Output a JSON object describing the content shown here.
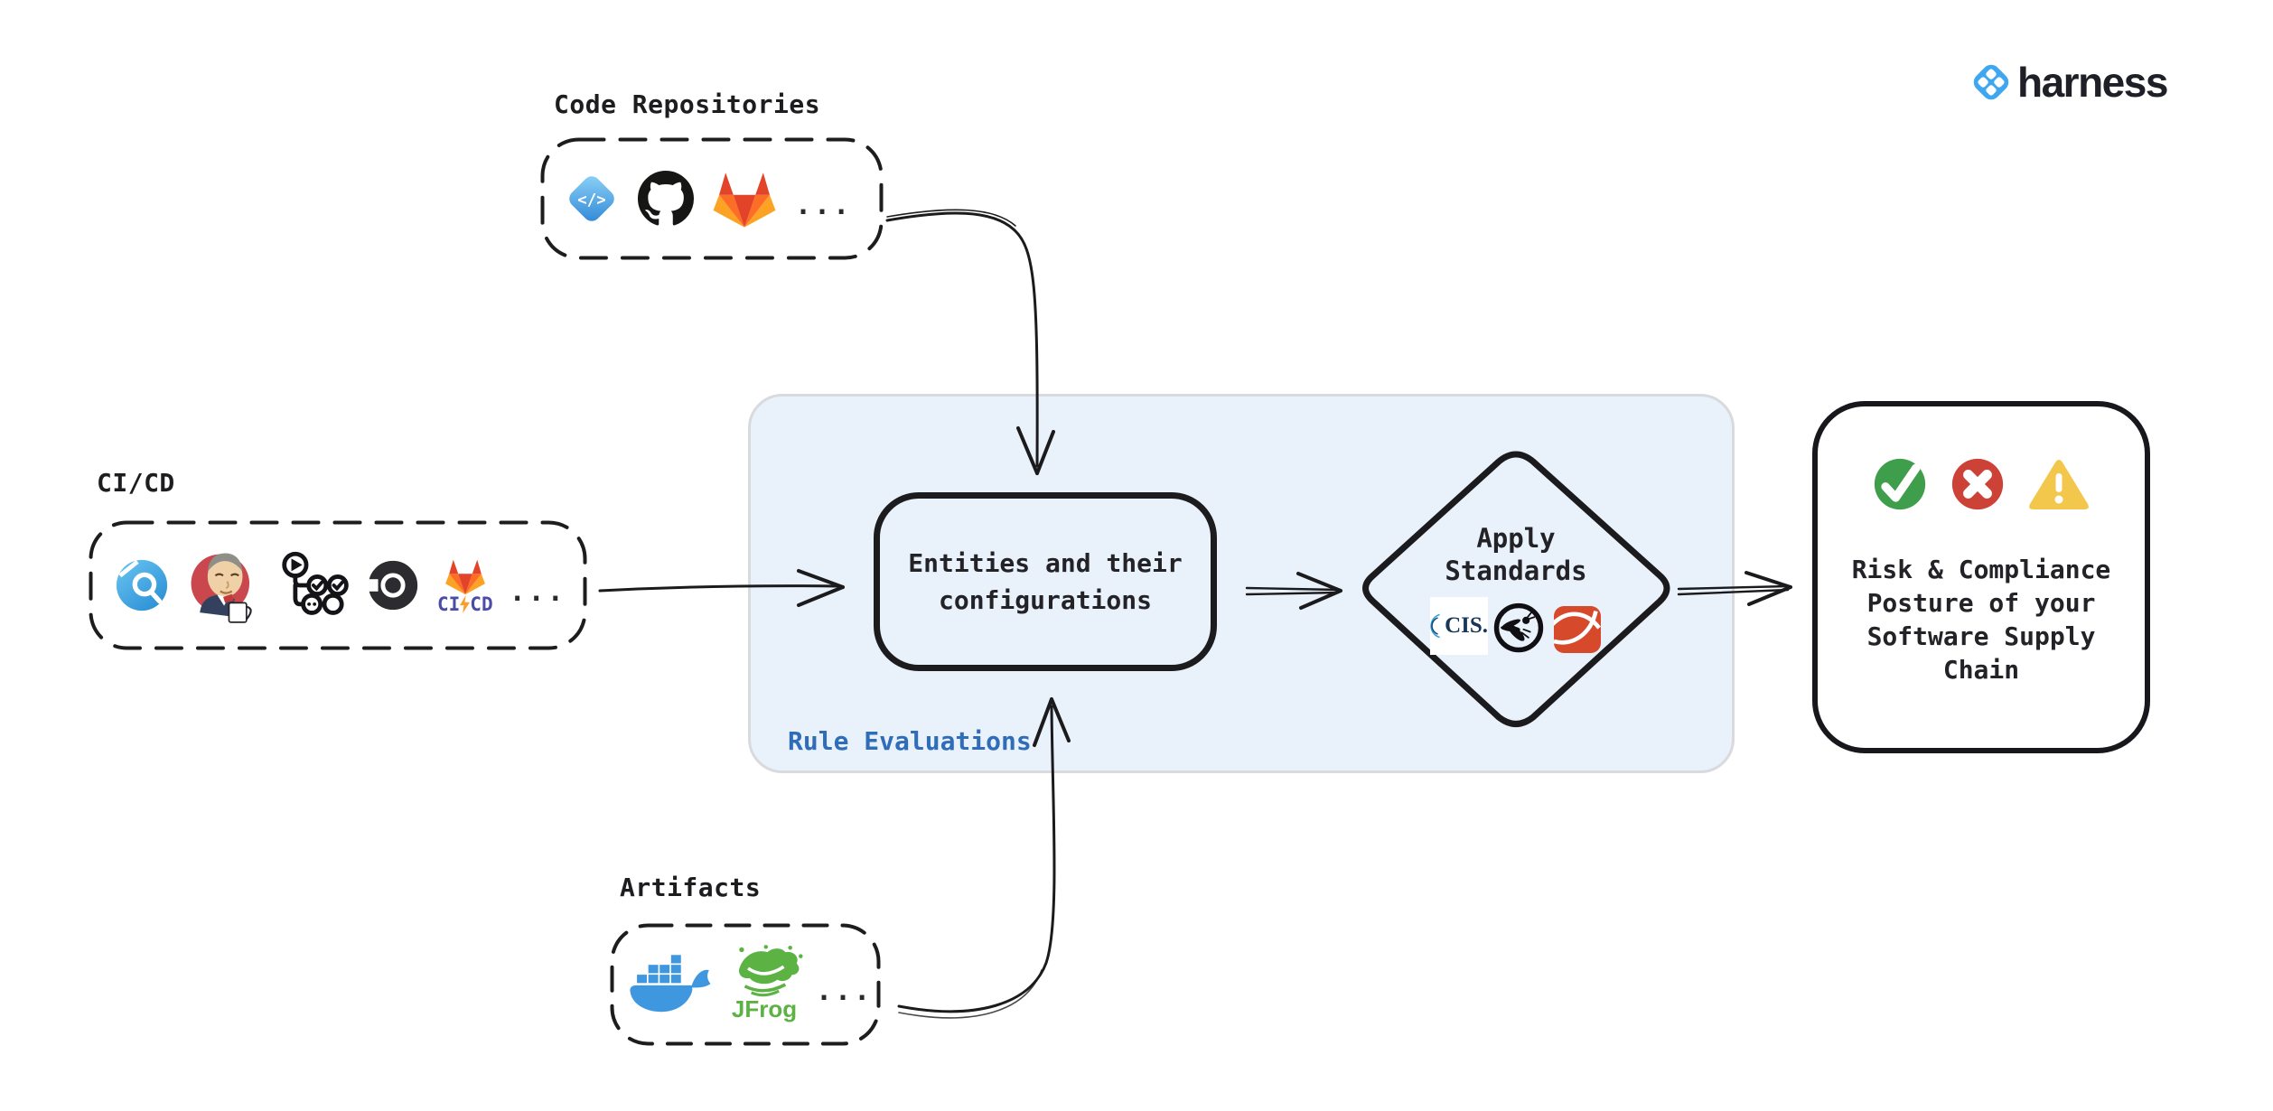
{
  "brand": {
    "wordmark": "harness"
  },
  "groups": {
    "code_repositories": {
      "label": "Code Repositories",
      "code_glyph": "</>",
      "more": "...",
      "icons": [
        "code-diamond",
        "github",
        "gitlab"
      ]
    },
    "cicd": {
      "label": "CI/CD",
      "more": "...",
      "icons": [
        "harness-ci",
        "jenkins",
        "pipeline",
        "circleci",
        "gitlab-cicd"
      ],
      "gitlab_cicd_text": {
        "left": "CI",
        "right": "CD"
      }
    },
    "artifacts": {
      "label": "Artifacts",
      "more": "...",
      "icons": [
        "docker",
        "jfrog"
      ],
      "jfrog_text": "JFrog"
    }
  },
  "rule_evaluations": {
    "label": "Rule Evaluations",
    "entities_box": {
      "text": "Entities and their\nconfigurations"
    },
    "apply_standards": {
      "text": "Apply\nStandards",
      "cis_text": "CIS.",
      "icons": [
        "cis",
        "owasp",
        "red-swirl"
      ]
    }
  },
  "outcome": {
    "text": "Risk & Compliance\nPosture of your\nSoftware Supply\nChain",
    "icons": [
      "check",
      "cross",
      "warning"
    ]
  },
  "colors": {
    "canvas": "#ffffff",
    "ink": "#1c1c1e",
    "rule_container_fill": "#e9f1fb",
    "rule_container_border": "#d9dade",
    "rule_label_blue": "#2f6db8",
    "harness_blue": "#3fa7f0",
    "success_green": "#3f9e4c",
    "error_red": "#cd4237",
    "warning_yellow": "#f2c74c",
    "docker_blue": "#3f97e0",
    "jfrog_green": "#5cb344",
    "gitlab_red": "#e24329",
    "gitlab_orange": "#fc6d26",
    "gitlab_amber": "#fca326",
    "cis_navy": "#16365a"
  }
}
